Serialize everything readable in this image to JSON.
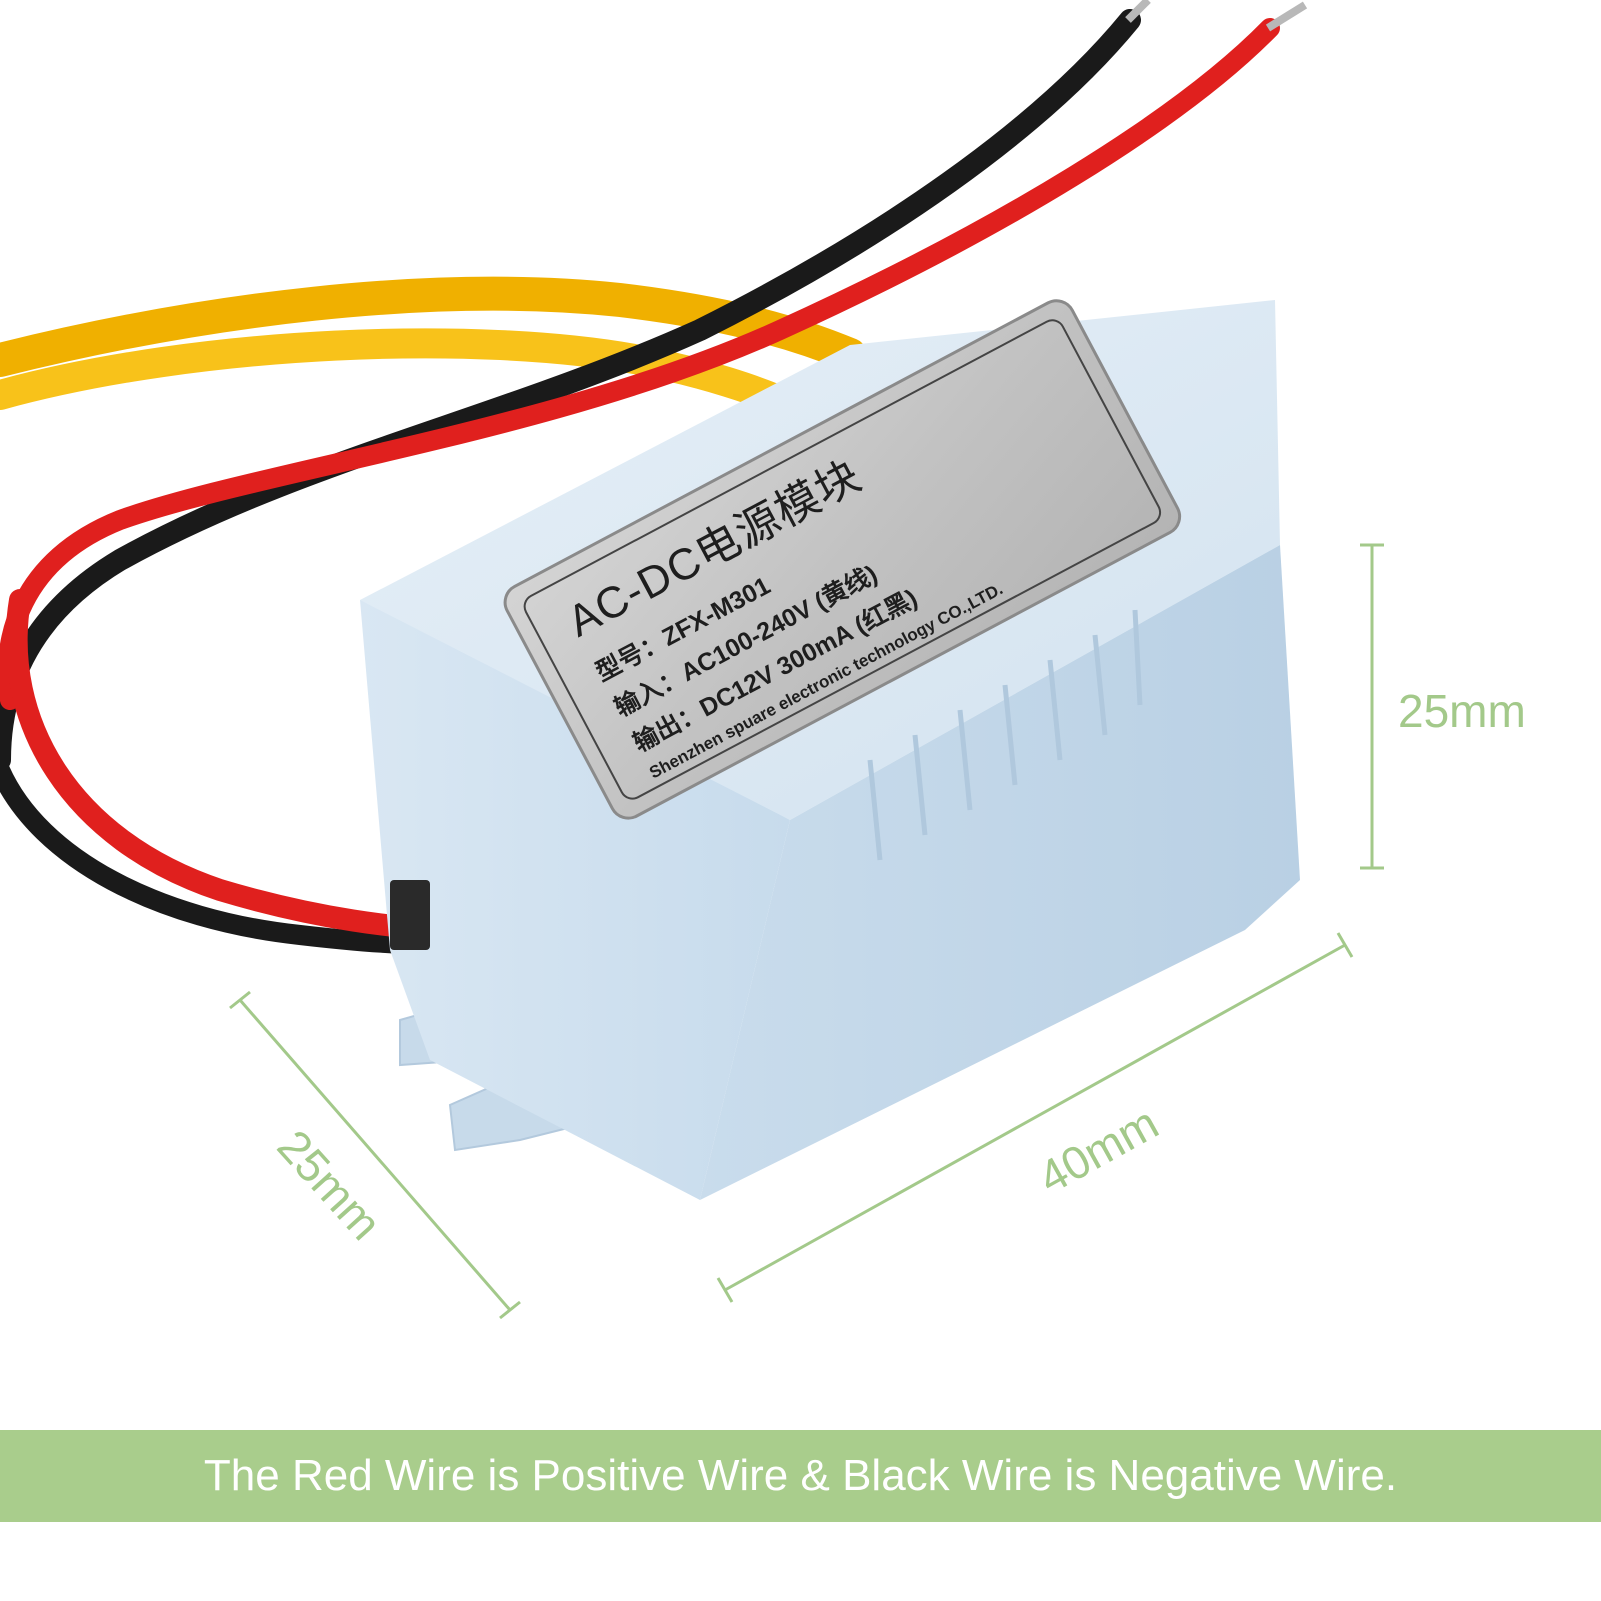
{
  "module_label": {
    "title": "AC-DC电源模块",
    "model_line": "型号：ZFX-M301",
    "input_line": "输入：AC100-240V  (黄线)",
    "output_line": "输出：DC12V 300mA (红黑)",
    "maker_line": "Shenzhen spuare electronic technology CO.,LTD."
  },
  "dimensions": {
    "height": "25mm",
    "length": "40mm",
    "width": "25mm"
  },
  "caption": "The Red Wire is Positive Wire & Black Wire is Negative Wire.",
  "colors": {
    "accent_green": "#a9cd8c",
    "dimension_green": "#a3c98a",
    "case_blue": "#cfe0ee",
    "wire_red": "#e0201e",
    "wire_black": "#1a1a1a",
    "wire_yellow": "#f5b800",
    "label_silver": "#c9c9c9"
  }
}
